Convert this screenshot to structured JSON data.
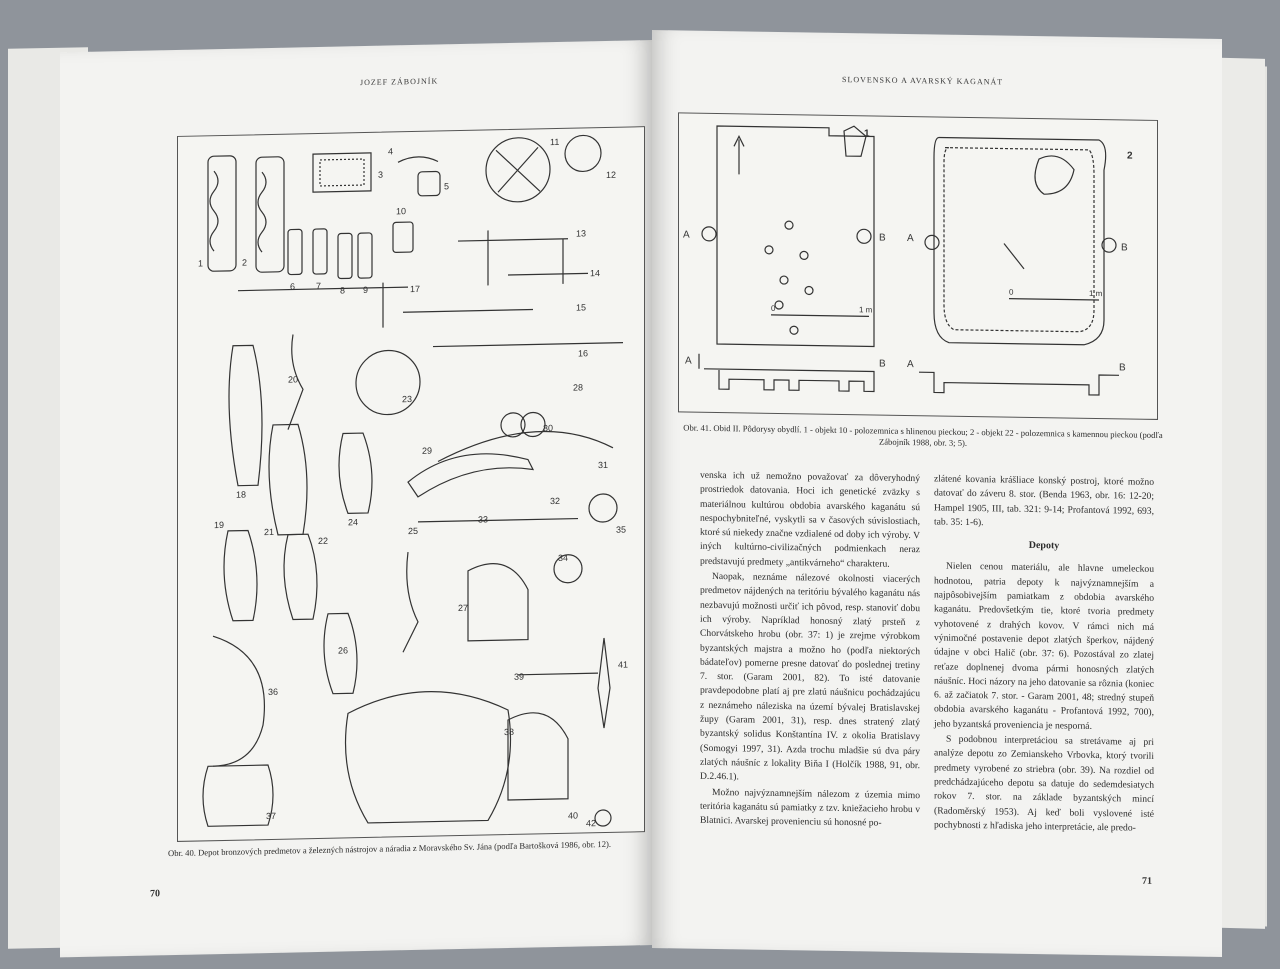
{
  "left_page": {
    "running_head": "Jozef Zábojník",
    "page_number": "70",
    "figure_numbers": [
      "1",
      "2",
      "3",
      "4",
      "5",
      "6",
      "7",
      "8",
      "9",
      "10",
      "11",
      "12",
      "13",
      "14",
      "15",
      "16",
      "17",
      "18",
      "19",
      "20",
      "21",
      "22",
      "23",
      "24",
      "25",
      "26",
      "27",
      "28",
      "29",
      "30",
      "31",
      "32",
      "33",
      "34",
      "35",
      "36",
      "37",
      "38",
      "39",
      "40",
      "41",
      "42"
    ],
    "caption": "Obr. 40. Depot bronzových predmetov a železných nástrojov a náradia z Moravského Sv. Jána (podľa Bartošková 1986, obr. 12)."
  },
  "right_page": {
    "running_head": "Slovensko a avarský kaganát",
    "page_number": "71",
    "plan_labels": {
      "fig1": "1",
      "fig2": "2",
      "a": "A",
      "b": "B",
      "scale_start": "0",
      "scale_end": "1 m"
    },
    "caption": "Obr. 41. Obid II. Pôdorysy obydlí. 1 - objekt 10 - polozemnica s hlinenou pieckou; 2 - objekt 22 - polozemnica s kamennou pieckou (podľa Zábojník 1988, obr. 3; 5).",
    "column_left": [
      "venska ich už nemožno považovať za dôveryhodný prostriedok datovania. Hoci ich genetické zväzky s materiálnou kultúrou obdobia avarského kaganátu sú nespochybniteľné, vyskytli sa v časových súvislostiach, ktoré sú niekedy značne vzdialené od doby ich výroby. V iných kultúrno-civilizačných podmienkach neraz predstavujú predmety „antikvárneho“ charakteru.",
      "Naopak, neznáme nálezové okolnosti viacerých predmetov nájdených na teritóriu bývalého kaganátu nás nezbavujú možnosti určiť ich pôvod, resp. stanoviť dobu ich výroby. Napríklad honosný zlatý prsteň z Chorvátskeho hrobu (obr. 37: 1) je zrejme výrobkom byzantských majstra a možno ho (podľa niektorých bádateľov) pomerne presne datovať do poslednej tretiny 7. stor. (Garam 2001, 82). To isté datovanie pravdepodobne platí aj pre zlatú náušnicu pochádzajúcu z neznámeho náleziska na území bývalej Bratislavskej župy (Garam 2001, 31), resp. dnes stratený zlatý byzantský solidus Konštantína IV. z okolia Bratislavy (Somogyi 1997, 31). Azda trochu mladšie sú dva páry zlatých náušníc z lokality Biňa I (Holčík 1988, 91, obr. D.2.46.1).",
      "Možno najvýznamnejším nálezom z územia mimo teritória kaganátu sú pamiatky z tzv. kniežacieho hrobu v Blatnici. Avarskej provenienciu sú honosné po-"
    ],
    "column_right_intro": "zlátené kovania krášliace konský postroj, ktoré možno datovať do záveru 8. stor. (Benda 1963, obr. 16: 12-20; Hampel 1905, III, tab. 321: 9-14; Profantová 1992, 693, tab. 35: 1-6).",
    "heading": "Depoty",
    "column_right": [
      "Nielen cenou materiálu, ale hlavne umeleckou hodnotou, patria depoty k najvýznamnejším a najpôsobivejším pamiatkam z obdobia avarského kaganátu. Predovšetkým tie, ktoré tvoria predmety vyhotovené z drahých kovov. V rámci nich má výnimočné postavenie depot zlatých šperkov, nájdený údajne v obci Halič (obr. 37: 6). Pozostával zo zlatej reťaze doplnenej dvoma pármi honosných zlatých náušníc. Hoci názory na jeho datovanie sa rôznia (koniec 6. až začiatok 7. stor. - Garam 2001, 48; stredný stupeň obdobia avarského kaganátu - Profantová 1992, 700), jeho byzantská proveniencia je nesporná.",
      "S podobnou interpretáciou sa stretávame aj pri analýze depotu zo Zemianskeho Vrbovka, ktorý tvorili predmety vyrobené zo striebra (obr. 39). Na rozdiel od predchádzajúceho depotu sa datuje do sedemdesiatych rokov 7. stor. na základe byzantských mincí (Radoměrský 1953). Aj keď boli vyslovené isté pochybnosti z hľadiska jeho interpretácie, ale predo-"
    ]
  },
  "colors": {
    "background": "#8f949b",
    "paper": "#f3f3f1",
    "ink": "#2b2b2b"
  }
}
